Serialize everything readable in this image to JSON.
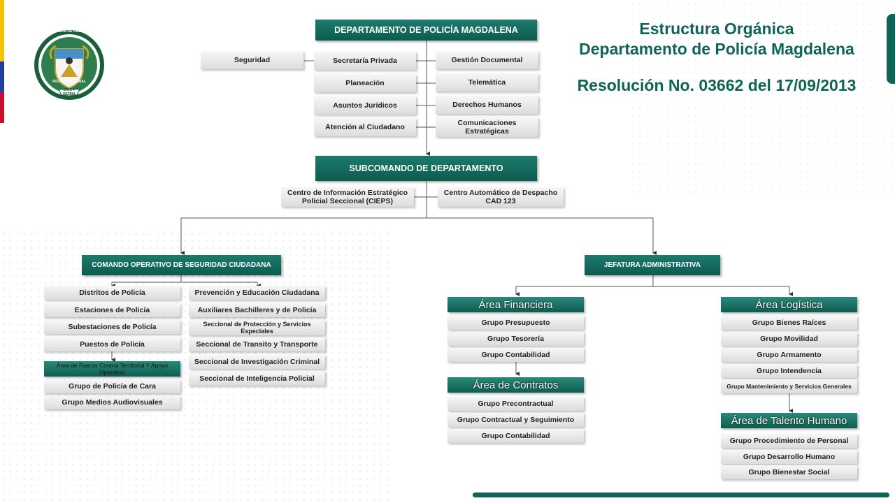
{
  "colors": {
    "primary": "#0f6357",
    "box": "#e6e6e6",
    "flag_yellow": "#f2c500",
    "flag_blue": "#1f3f9c",
    "flag_red": "#c8102e"
  },
  "logo": {
    "icon": "police-shield-seal",
    "text_top": "REPÚBLICA DE COLOMBIA",
    "text_mid": "POLICÍA NACIONAL",
    "text_bottom": "DIOS Y PATRIA"
  },
  "title": {
    "line1": "Estructura Orgánica",
    "line2": "Departamento de Policía Magdalena",
    "resolution": "Resolución No. 03662 del 17/09/2013"
  },
  "top": {
    "header": "DEPARTAMENTO DE POLICÍA MAGDALENA",
    "seguridad": "Seguridad",
    "left_units": [
      "Secretaría Privada",
      "Planeación",
      "Asuntos Jurídicos",
      "Atención al Ciudadano"
    ],
    "right_units": [
      "Gestión Documental",
      "Telemática",
      "Derechos Humanos",
      "Comunicaciones Estratégicas"
    ]
  },
  "sub": {
    "header": "SUBCOMANDO DE DEPARTAMENTO",
    "left": "Centro de Información Estratégico Policial Seccional (CIEPS)",
    "right": "Centro Automático de Despacho CAD 123"
  },
  "comando": {
    "header": "COMANDO OPERATIVO DE SEGURIDAD CIUDADANA",
    "col1": [
      "Distritos de Policía",
      "Estaciones de Policía",
      "Subestaciones de Policía",
      "Puestos de Policía"
    ],
    "area": "Área de Fuerza Control Territorial Y Apoyo Operativo",
    "col1_groups": [
      "Grupo de Policía de Cara",
      "Grupo Medios Audiovisuales"
    ],
    "col2": [
      "Prevención y Educación Ciudadana",
      "Auxiliares Bachilleres y de Policía",
      "Seccional de Protección y Servicios Especiales",
      "Seccional de Transito y Transporte",
      "Seccional de Investigación Criminal",
      "Seccional de Inteligencia Policial"
    ]
  },
  "jefatura": {
    "header": "JEFATURA ADMINISTRATIVA",
    "financiera": {
      "title": "Área Financiera",
      "items": [
        "Grupo Presupuesto",
        "Grupo Tesorería",
        "Grupo Contabilidad"
      ]
    },
    "contratos": {
      "title": "Área de Contratos",
      "items": [
        "Grupo Precontractual",
        "Grupo Contractual y Seguimiento",
        "Grupo Contabilidad"
      ]
    },
    "logistica": {
      "title": "Área Logística",
      "items": [
        "Grupo Bienes Raíces",
        "Grupo Movilidad",
        "Grupo Armamento",
        "Grupo Intendencia",
        "Grupo Mantenimiento y Servicios Generales"
      ]
    },
    "talento": {
      "title": "Área de Talento Humano",
      "items": [
        "Grupo Procedimiento de Personal",
        "Grupo Desarrollo Humano",
        "Grupo Bienestar Social"
      ]
    }
  }
}
